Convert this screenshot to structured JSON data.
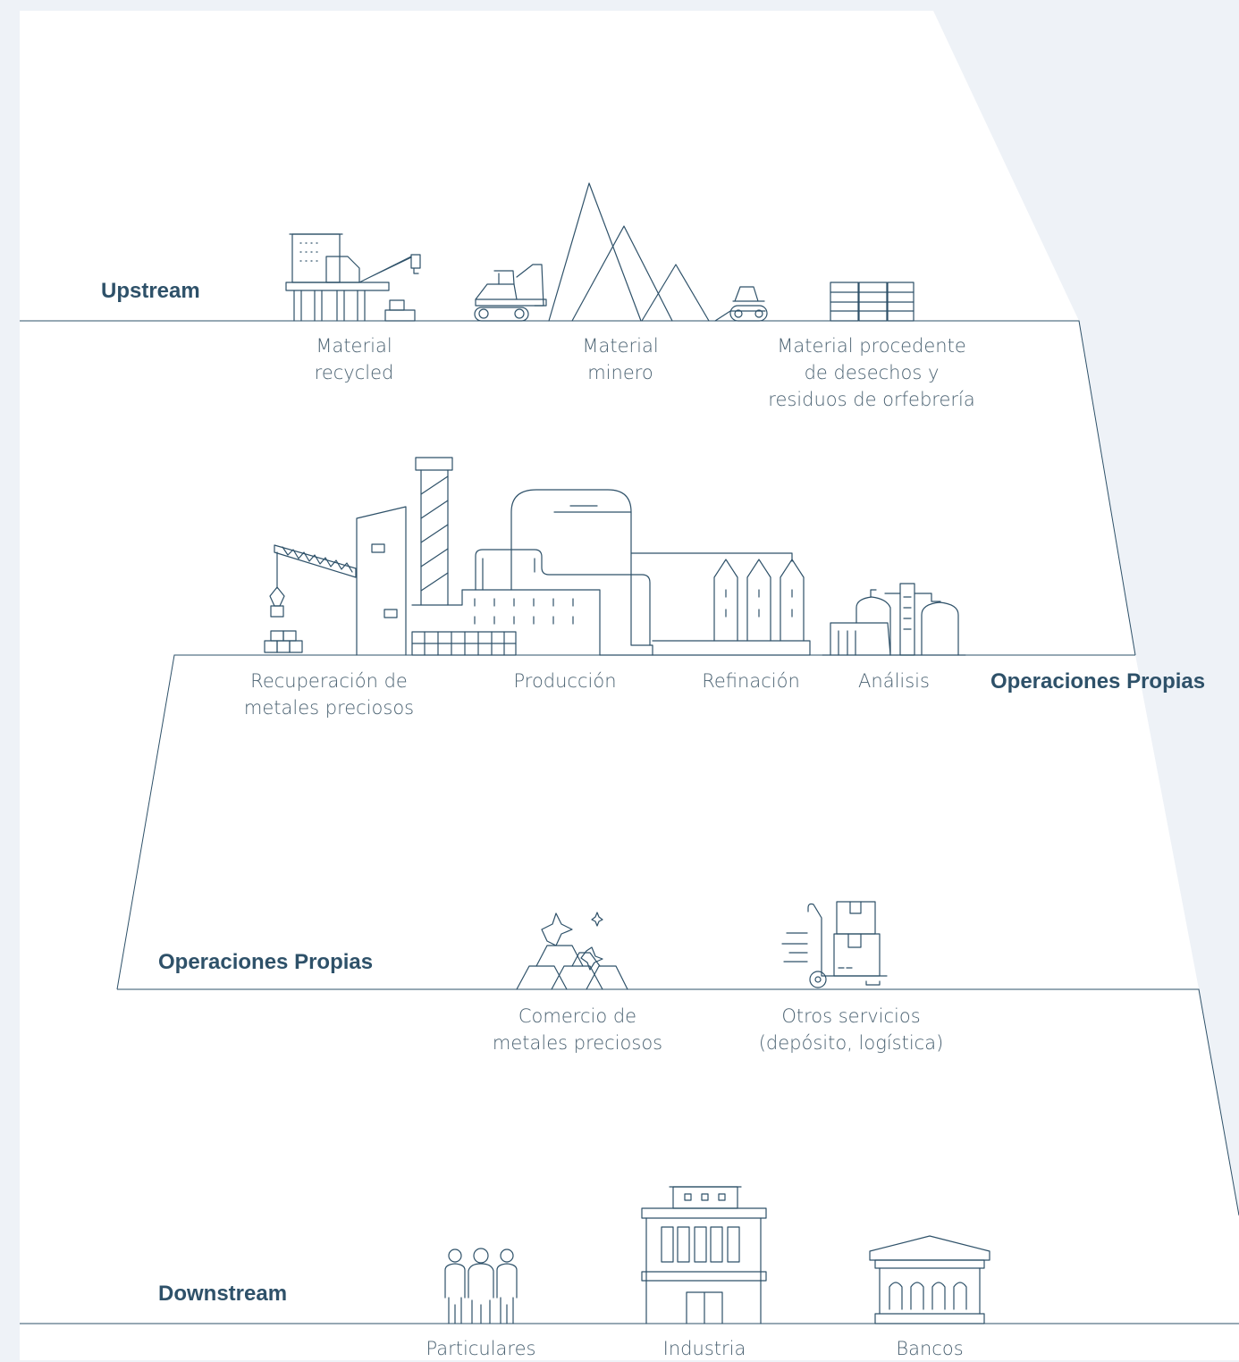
{
  "colors": {
    "background": "#eef2f7",
    "panel": "#ffffff",
    "line": "#2e5169",
    "title": "#2e5169",
    "label": "#4c6373"
  },
  "stages": {
    "upstream": {
      "title": "Upstream"
    },
    "own_operations_1": {
      "title": "Operaciones Propias"
    },
    "own_operations_2": {
      "title": "Operaciones Propias"
    },
    "downstream": {
      "title": "Downstream"
    }
  },
  "upstream_items": [
    {
      "icon": "recycling-plant-icon",
      "lines": [
        "Material",
        "recycled"
      ]
    },
    {
      "icon": "mining-icon",
      "lines": [
        "Material",
        "minero"
      ]
    },
    {
      "icon": "bars-stack-icon",
      "lines": [
        "Material procedente",
        "de desechos y",
        "residuos de orfebrería"
      ]
    }
  ],
  "operations_items": [
    {
      "icon": "crane-icon",
      "lines": [
        "Recuperación de",
        "metales preciosos"
      ]
    },
    {
      "icon": "factory-icon",
      "lines": [
        "Producción"
      ]
    },
    {
      "icon": "silo-icon",
      "lines": [
        "Refinación"
      ]
    },
    {
      "icon": "lab-tanks-icon",
      "lines": [
        "Análisis"
      ]
    }
  ],
  "services_items": [
    {
      "icon": "gold-bars-icon",
      "lines": [
        "Comercio de",
        "metales preciosos"
      ]
    },
    {
      "icon": "hand-truck-icon",
      "lines": [
        "Otros servicios",
        "(depósito, logística)"
      ]
    }
  ],
  "downstream_items": [
    {
      "icon": "people-icon",
      "lines": [
        "Particulares"
      ]
    },
    {
      "icon": "industry-building-icon",
      "lines": [
        "Industria"
      ]
    },
    {
      "icon": "bank-icon",
      "lines": [
        "Bancos"
      ]
    }
  ]
}
